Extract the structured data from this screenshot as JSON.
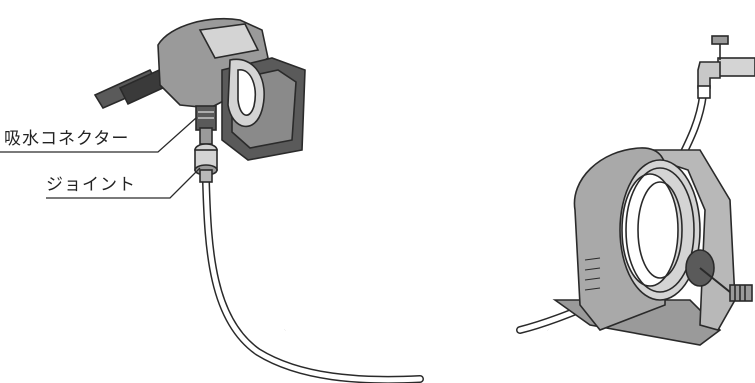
{
  "labels": {
    "water_connector": "吸水コネクター",
    "joint": "ジョイント"
  },
  "colors": {
    "line": "#2a2a2a",
    "body_dark": "#5a5a5a",
    "body_mid": "#9a9a9a",
    "body_light": "#d4d4d4",
    "reel_grey": "#b8b8b8",
    "hose_fill": "#ffffff"
  },
  "components": [
    "pressure-washer",
    "water-connector",
    "joint",
    "hose",
    "hose-reel",
    "water-faucet"
  ]
}
